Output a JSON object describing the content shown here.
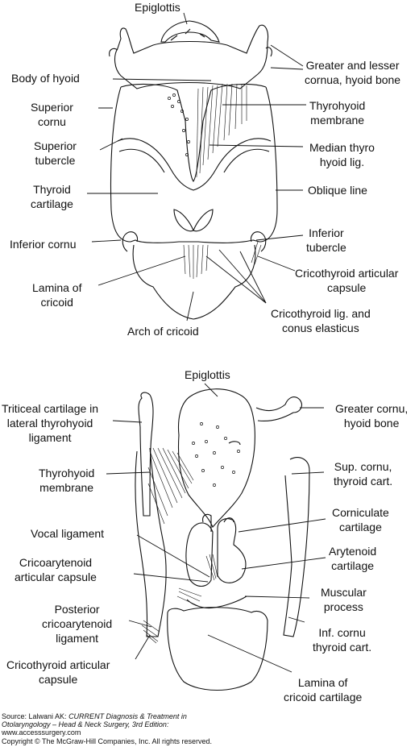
{
  "figure_top": {
    "labels": {
      "epiglottis": "Epiglottis",
      "greater_lesser_cornua_1": "Greater and lesser",
      "greater_lesser_cornua_2": "cornua, hyoid bone",
      "body_of_hyoid": "Body of hyoid",
      "superior_cornu_1": "Superior",
      "superior_cornu_2": "cornu",
      "thyrohyoid_membrane_1": "Thyrohyoid",
      "thyrohyoid_membrane_2": "membrane",
      "superior_tubercle_1": "Superior",
      "superior_tubercle_2": "tubercle",
      "median_thyrohyoid_1": "Median thyro",
      "median_thyrohyoid_2": "hyoid lig.",
      "thyroid_cartilage_1": "Thyroid",
      "thyroid_cartilage_2": "cartilage",
      "oblique_line": "Oblique line",
      "inferior_cornu": "Inferior cornu",
      "inferior_tubercle_1": "Inferior",
      "inferior_tubercle_2": "tubercle",
      "cricothyroid_capsule_1": "Cricothyroid articular",
      "cricothyroid_capsule_2": "capsule",
      "lamina_of_cricoid_1": "Lamina of",
      "lamina_of_cricoid_2": "cricoid",
      "cricothyroid_lig_1": "Cricothyroid lig. and",
      "cricothyroid_lig_2": "conus elasticus",
      "arch_of_cricoid": "Arch of cricoid"
    }
  },
  "figure_bottom": {
    "labels": {
      "epiglottis": "Epiglottis",
      "triticeal_1": "Triticeal cartilage in",
      "triticeal_2": "lateral thyrohyoid",
      "triticeal_3": "ligament",
      "greater_cornu_1": "Greater cornu,",
      "greater_cornu_2": "hyoid bone",
      "thyrohyoid_membrane_1": "Thyrohyoid",
      "thyrohyoid_membrane_2": "membrane",
      "sup_cornu_1": "Sup. cornu,",
      "sup_cornu_2": "thyroid cart.",
      "corniculate_1": "Corniculate",
      "corniculate_2": "cartilage",
      "vocal_ligament": "Vocal ligament",
      "arytenoid_1": "Arytenoid",
      "arytenoid_2": "cartilage",
      "cricoarytenoid_1": "Cricoarytenoid",
      "cricoarytenoid_2": "articular capsule",
      "muscular_process_1": "Muscular",
      "muscular_process_2": "process",
      "posterior_cricoarytenoid_1": "Posterior",
      "posterior_cricoarytenoid_2": "cricoarytenoid",
      "posterior_cricoarytenoid_3": "ligament",
      "inf_cornu_1": "Inf. cornu",
      "inf_cornu_2": "thyroid cart.",
      "cricothyroid_capsule_1": "Cricothyroid articular",
      "cricothyroid_capsule_2": "capsule",
      "lamina_cricoid_1": "Lamina of",
      "lamina_cricoid_2": "cricoid cartilage"
    }
  },
  "source": {
    "line1_prefix": "Source: Lalwani AK: ",
    "line1_title": "CURRENT Diagnosis & Treatment in",
    "line2_title": "Otolaryngology – Head & Neck Surgery, 3rd Edition:",
    "line3": "www.accesssurgery.com",
    "line4": "Copyright © The McGraw-Hill Companies, Inc. All rights reserved."
  }
}
